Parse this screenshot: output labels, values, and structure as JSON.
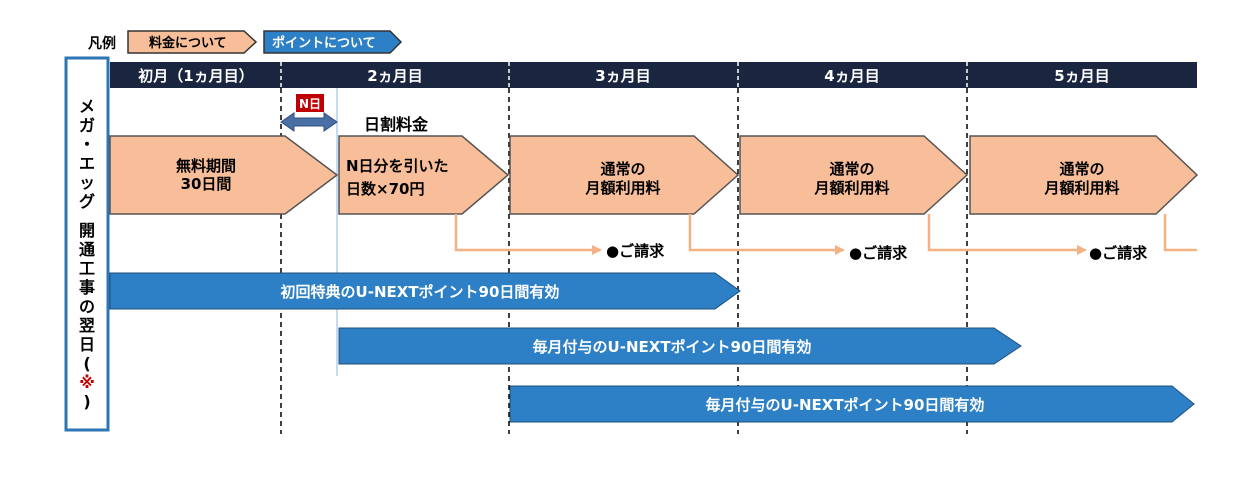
{
  "legend": {
    "label": "凡例",
    "fee_label": "料金について",
    "point_label": "ポイントについて"
  },
  "side_label": {
    "chars": [
      "メ",
      "ガ",
      "・",
      "エ",
      "ッ",
      "グ",
      "",
      "開",
      "通",
      "工",
      "事",
      "の",
      "翌",
      "日",
      "(",
      "※",
      ")"
    ]
  },
  "months": [
    "初月（1ヵ月目）",
    "2ヵ月目",
    "3ヵ月目",
    "4ヵ月目",
    "5ヵ月目"
  ],
  "n_day": {
    "label": "N日",
    "daily_rate_title": "日割料金"
  },
  "fee_boxes": {
    "free_period": [
      "無料期間",
      "30日間"
    ],
    "prorated": [
      "N日分を引いた",
      "日数×70円"
    ],
    "regular": [
      "通常の",
      "月額利用料"
    ]
  },
  "billing_label": "●ご請求",
  "point_bars": {
    "initial": "初回特典のU-NEXTポイント90日間有効",
    "monthly": "毎月付与のU-NEXTポイント90日間有効"
  },
  "colors": {
    "fee_fill": "#F7BE99",
    "fee_stroke": "#555555",
    "point_fill": "#2E80C6",
    "header_fill": "#1A2540",
    "side_border": "#2E75B6",
    "billing_line": "#F4B183",
    "n_arrow": "#4A6FA5"
  }
}
